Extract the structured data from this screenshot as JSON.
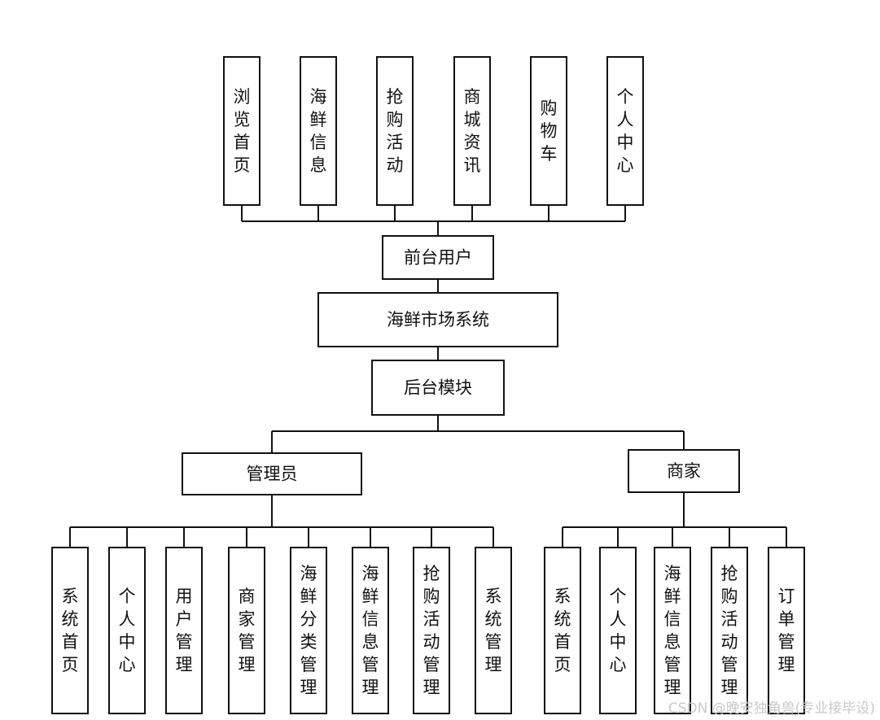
{
  "nodes": {
    "system": "海鲜市场系统",
    "front_user": "前台用户",
    "backend": "后台模块",
    "admin": "管理员",
    "merchant": "商家"
  },
  "front_modules": [
    "浏览首页",
    "海鲜信息",
    "抢购活动",
    "商城资讯",
    "购物车",
    "个人中心"
  ],
  "admin_modules": [
    "系统首页",
    "个人中心",
    "用户管理",
    "商家管理",
    "海鲜分类管理",
    "海鲜信息管理",
    "抢购活动管理",
    "系统管理"
  ],
  "merchant_modules": [
    "系统首页",
    "个人中心",
    "海鲜信息管理",
    "抢购活动管理",
    "订单管理"
  ],
  "watermark": "CSDN @晚安独角兽(专业接毕设)",
  "colors": {
    "stroke": "#111111",
    "fill": "#ffffff",
    "watermark": "#c9c9c9"
  }
}
